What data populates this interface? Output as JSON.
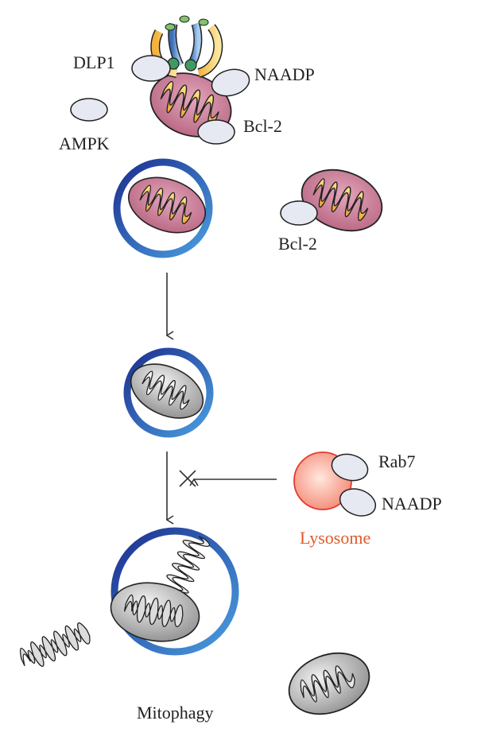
{
  "labels": {
    "dlp1": "DLP1",
    "naadp_top": "NAADP",
    "ampk": "AMPK",
    "bcl2_top": "Bcl-2",
    "bcl2_side": "Bcl-2",
    "rab7": "Rab7",
    "naadp_lyso": "NAADP",
    "lysosome": "Lysosome",
    "mitophagy": "Mitophagy"
  },
  "colors": {
    "protein_fill": "#e6e8f2",
    "mito_outer_fill": "#c97a95",
    "mito_cristae_fill": "#f7c85a",
    "autophagosome_ring": "#2a4fb0",
    "damaged_mito_fill": "#bdbdbd",
    "lysosome_fill": "#f5a592",
    "lysosome_label": "#e05a2a"
  }
}
